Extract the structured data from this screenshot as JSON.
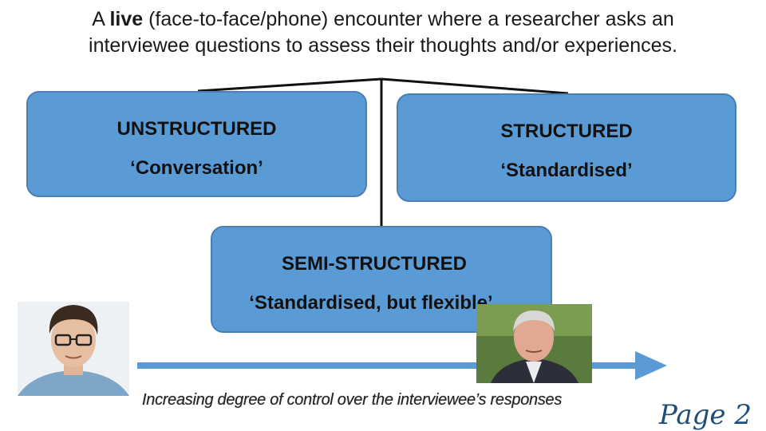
{
  "heading": {
    "prefix": "A ",
    "emphasis": "live",
    "rest_line1": " (face-to-face/phone) encounter where a researcher asks an",
    "line2": "interviewee questions to assess their thoughts and/or experiences."
  },
  "boxes": {
    "unstructured": {
      "title": "UNSTRUCTURED",
      "subtitle": "‘Conversation’"
    },
    "structured": {
      "title": "STRUCTURED",
      "subtitle": "‘Standardised’"
    },
    "semi_structured": {
      "title": "SEMI-STRUCTURED",
      "subtitle": "‘Standardised, but flexible’"
    }
  },
  "arrow": {
    "label": "Increasing degree of control over the interviewee’s responses"
  },
  "page": {
    "label": "Page 2"
  },
  "colors": {
    "box_fill": "#5b9bd5",
    "box_border": "#4a7fb5",
    "arrow": "#5b9bd5",
    "page_label": "#1f4e79"
  }
}
